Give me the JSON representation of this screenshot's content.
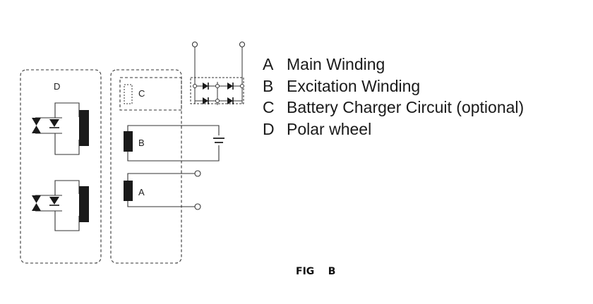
{
  "diagram": {
    "box_labels": {
      "polar_wheel": "D",
      "charger": "C",
      "excitation": "B",
      "main": "A"
    }
  },
  "legend": [
    {
      "key": "A",
      "text": "Main Winding"
    },
    {
      "key": "B",
      "text": "Excitation Winding"
    },
    {
      "key": "C",
      "text": "Battery Charger Circuit (optional)"
    },
    {
      "key": "D",
      "text": "Polar wheel"
    }
  ],
  "caption": "FIG    B"
}
